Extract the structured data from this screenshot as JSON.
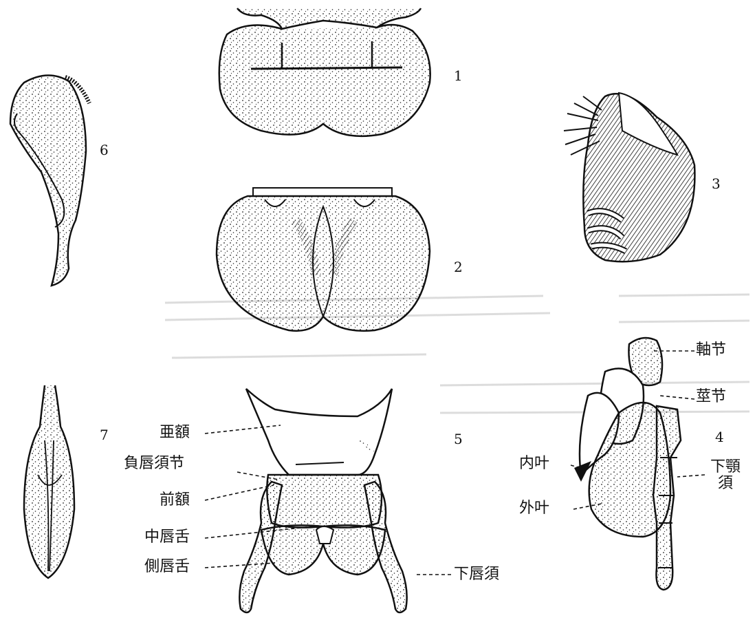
{
  "figure_numbers": [
    "1",
    "2",
    "3",
    "4",
    "5",
    "6",
    "7"
  ],
  "labels_fig5": {
    "submentum": "亜額",
    "palpiger": "負唇須节",
    "prementum": "前額",
    "glossa": "中唇舌",
    "paraglossa": "側唇舌",
    "labial_palp": "下唇須"
  },
  "labels_fig4": {
    "cardo": "軸节",
    "stipes": "莖节",
    "lacinia": "内叶",
    "galea": "外叶",
    "maxillary_palp": "下顎須"
  },
  "colors": {
    "ink": "#111111",
    "paper": "#ffffff",
    "faint": "#d8d8d8"
  }
}
